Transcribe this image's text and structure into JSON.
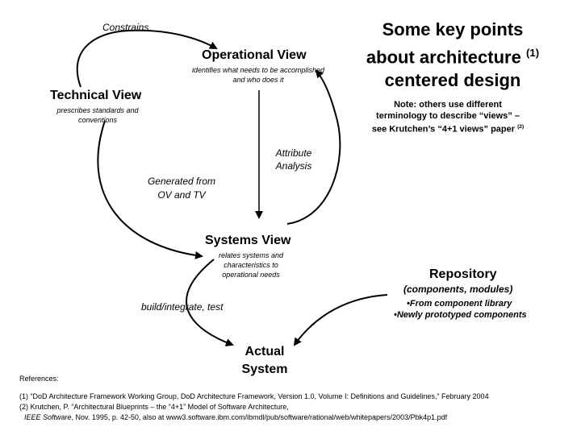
{
  "title": {
    "line1": "Some key points",
    "line2": "about architecture",
    "sup": "(1)",
    "line3": "centered design"
  },
  "constrains": "Constrains",
  "operational_view": {
    "title": "Operational View",
    "desc1": "identifies what needs to be accomplished",
    "desc2": "and who does it"
  },
  "technical_view": {
    "title": "Technical View",
    "desc1": "prescribes standards and",
    "desc2": "conventions"
  },
  "note": {
    "line1": "Note:  others use different",
    "line2": "terminology to describe “views” –",
    "line3": "see Krutchen’s “4+1 views” paper",
    "sup": "(2)"
  },
  "attribute_analysis": {
    "line1": "Attribute",
    "line2": "Analysis"
  },
  "generated_from": {
    "line1": "Generated from",
    "line2": "OV and TV"
  },
  "systems_view": {
    "title": "Systems View",
    "desc1": "relates systems and",
    "desc2": "characteristics to",
    "desc3": "operational needs"
  },
  "repository": {
    "title": "Repository",
    "subtitle": "(components, modules)",
    "item1": "From component library",
    "item2": "Newly prototyped components"
  },
  "build_integrate": "build/integrate, test",
  "actual_system": {
    "line1": "Actual",
    "line2": "System"
  },
  "references": {
    "label": "References:",
    "ref1": "(1) “DoD Architecture Framework Working Group, DoD Architecture Framework, Version 1.0, Volume I:  Definitions and Guidelines,” February 2004",
    "ref2": "(2)  Krutchen, P. “Architectural Blueprints – the “4+1” Model of Software Architecture,",
    "ref3_ital": "IEEE Software",
    "ref3_rest": ", Nov. 1995, p. 42-50, also at www3.software.ibm.com/ibmdl/pub/software/rational/web/whitepapers/2003/Pbk4p1.pdf"
  }
}
